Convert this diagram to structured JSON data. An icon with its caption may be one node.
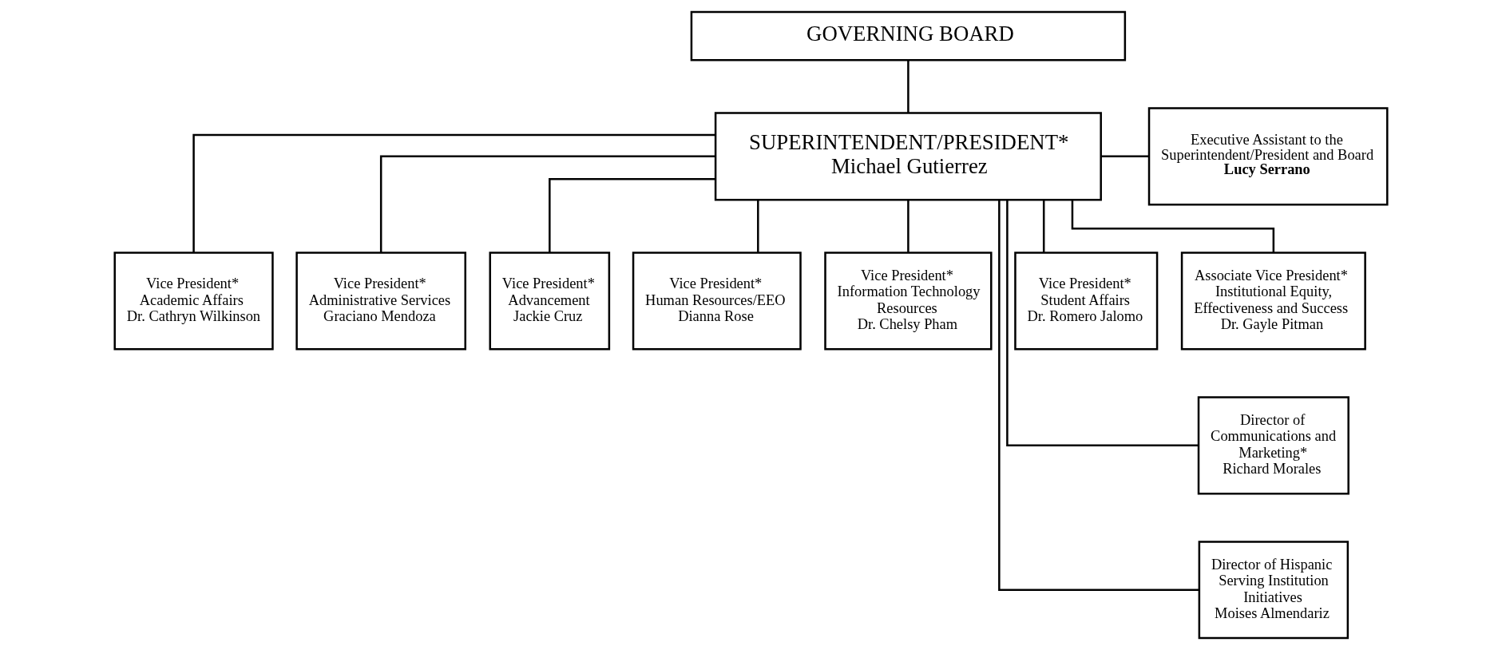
{
  "diagram": {
    "nodes": [
      {
        "text": [
          "GOVERNING BOARD"
        ]
      },
      {
        "text": [
          "SUPERINTENDENT/PRESIDENT*",
          "Michael Gutierrez"
        ]
      },
      {
        "text": [
          "Executive Assistant to the Superintendent/President and Board",
          "Lucy Serrano"
        ]
      },
      {
        "text": [
          "Vice President*",
          "Academic Affairs",
          "Dr. Cathryn Wilkinson"
        ]
      },
      {
        "text": [
          "Vice President*",
          "Administrative Services",
          "Graciano Mendoza"
        ]
      },
      {
        "text": [
          "Vice President*",
          "Advancement",
          "Jackie Cruz"
        ]
      },
      {
        "text": [
          "Vice President*",
          "Human Resources/EEO",
          "Dianna Rose"
        ]
      },
      {
        "text": [
          "Vice President*",
          "Information Technology Resources",
          "Dr. Chelsy Pham"
        ]
      },
      {
        "text": [
          "Vice President*",
          "Student Affairs",
          "Dr. Romero Jalomo"
        ]
      },
      {
        "text": [
          "Associate Vice President*",
          "Institutional Equity, Effectiveness and Success",
          "Dr. Gayle Pitman"
        ]
      },
      {
        "text": [
          "Director of Communications and Marketing*",
          "Richard Morales"
        ]
      },
      {
        "text": [
          "Director of Hispanic Serving Institution Initiatives",
          "Moises Almendariz"
        ]
      }
    ],
    "edges": [
      {
        "from": 0,
        "to": 1,
        "arrow": "none"
      },
      {
        "from": 1,
        "to": 2,
        "arrow": "none"
      },
      {
        "from": 1,
        "to": 3,
        "arrow": "none"
      },
      {
        "from": 1,
        "to": 4,
        "arrow": "none"
      },
      {
        "from": 1,
        "to": 5,
        "arrow": "none"
      },
      {
        "from": 1,
        "to": 6,
        "arrow": "none"
      },
      {
        "from": 1,
        "to": 7,
        "arrow": "none"
      },
      {
        "from": 1,
        "to": 8,
        "arrow": "none"
      },
      {
        "from": 1,
        "to": 9,
        "arrow": "none"
      },
      {
        "from": 1,
        "to": 10,
        "arrow": "none"
      },
      {
        "from": 1,
        "to": 11,
        "arrow": "none"
      }
    ]
  }
}
